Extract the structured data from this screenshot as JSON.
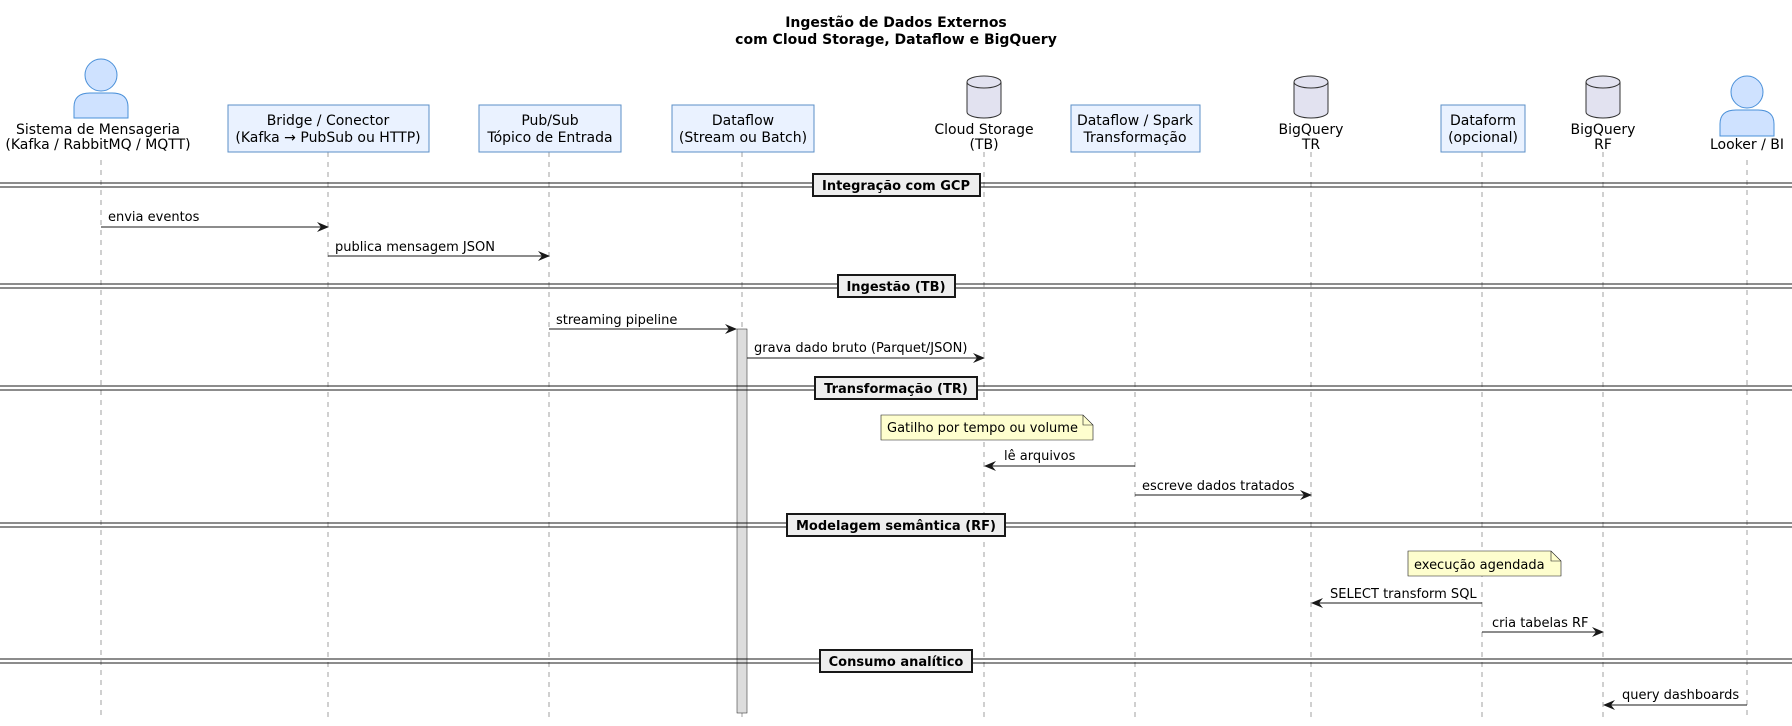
{
  "title": {
    "line1": "Ingestão de Dados Externos",
    "line2": "com Cloud Storage, Dataflow e BigQuery"
  },
  "colors": {
    "actor_fill": "#cfe2ff",
    "actor_stroke": "#4a90d9",
    "box_fill": "#eaf2ff",
    "box_stroke": "#5b8fc7",
    "db_fill": "#e2e2f0",
    "db_stroke": "#333333",
    "note_fill": "#fefece",
    "activation_fill": "#dddddd",
    "lifeline": "#a0a0a0"
  },
  "participants": [
    {
      "id": "p1",
      "kind": "actor",
      "line1": "Sistema de Mensageria",
      "line2": "(Kafka / RabbitMQ / MQTT)"
    },
    {
      "id": "p2",
      "kind": "box",
      "line1": "Bridge / Conector",
      "line2": "(Kafka → PubSub ou HTTP)"
    },
    {
      "id": "p3",
      "kind": "box",
      "line1": "Pub/Sub",
      "line2": "Tópico de Entrada"
    },
    {
      "id": "p4",
      "kind": "box",
      "line1": "Dataflow",
      "line2": "(Stream ou Batch)"
    },
    {
      "id": "p5",
      "kind": "database",
      "line1": "Cloud Storage",
      "line2": "(TB)"
    },
    {
      "id": "p6",
      "kind": "box",
      "line1": "Dataflow / Spark",
      "line2": "Transformação"
    },
    {
      "id": "p7",
      "kind": "database",
      "line1": "BigQuery",
      "line2": "TR"
    },
    {
      "id": "p8",
      "kind": "box",
      "line1": "Dataform",
      "line2": "(opcional)"
    },
    {
      "id": "p9",
      "kind": "database",
      "line1": "BigQuery",
      "line2": "RF"
    },
    {
      "id": "p10",
      "kind": "actor",
      "line1": "Looker / BI",
      "line2": ""
    }
  ],
  "dividers": [
    "Integração com GCP",
    "Ingestão (TB)",
    "Transformação (TR)",
    "Modelagem semântica (RF)",
    "Consumo analítico"
  ],
  "messages": [
    {
      "from": "p1",
      "to": "p2",
      "label": "envia eventos"
    },
    {
      "from": "p2",
      "to": "p3",
      "label": "publica mensagem JSON"
    },
    {
      "from": "p3",
      "to": "p4",
      "label": "streaming pipeline"
    },
    {
      "from": "p4",
      "to": "p5",
      "label": "grava dado bruto (Parquet/JSON)"
    },
    {
      "from": "p6",
      "to": "p5",
      "label": "lê arquivos"
    },
    {
      "from": "p6",
      "to": "p7",
      "label": "escreve dados tratados"
    },
    {
      "from": "p8",
      "to": "p7",
      "label": "SELECT transform SQL"
    },
    {
      "from": "p8",
      "to": "p9",
      "label": "cria tabelas RF"
    },
    {
      "from": "p10",
      "to": "p9",
      "label": "query dashboards"
    }
  ],
  "notes": [
    "Gatilho por tempo ou volume",
    "execução agendada"
  ]
}
